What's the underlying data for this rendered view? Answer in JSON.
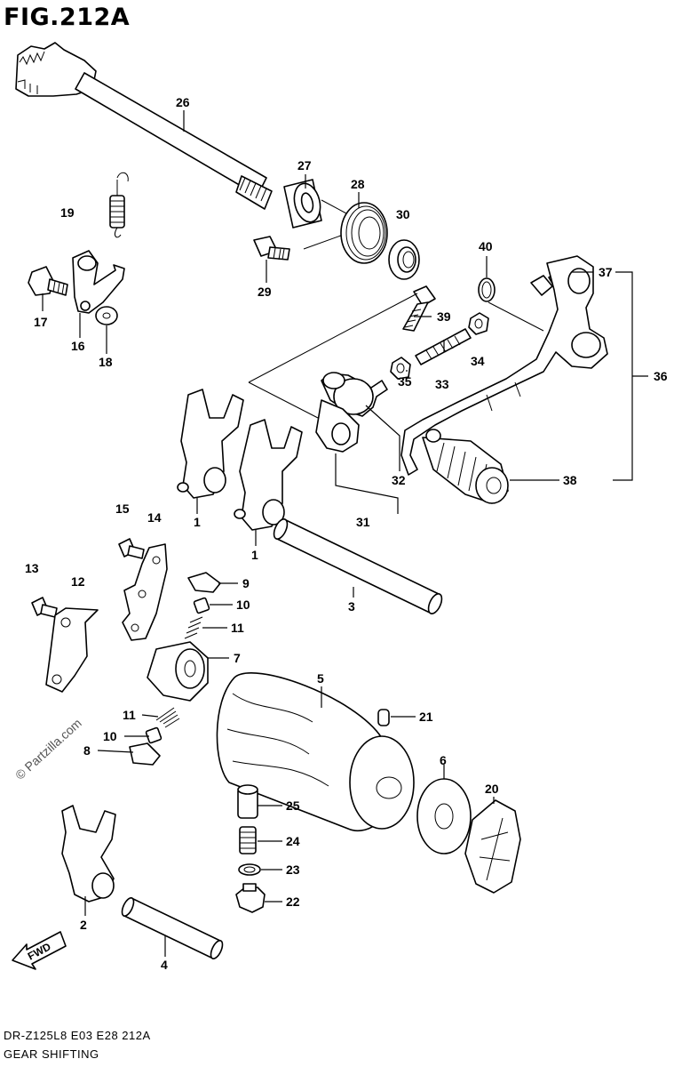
{
  "figure": {
    "title": "FIG.212A",
    "model_code": "DR-Z125L8  E03  E28  212A",
    "section_name": "GEAR SHIFTING",
    "watermark": "© Partzilla.com",
    "fwd_label": "FWD"
  },
  "callouts": [
    {
      "id": "26",
      "text": "26"
    },
    {
      "id": "27",
      "text": "27"
    },
    {
      "id": "28",
      "text": "28"
    },
    {
      "id": "30",
      "text": "30"
    },
    {
      "id": "19",
      "text": "19"
    },
    {
      "id": "29",
      "text": "29"
    },
    {
      "id": "40",
      "text": "40"
    },
    {
      "id": "37",
      "text": "37"
    },
    {
      "id": "17",
      "text": "17"
    },
    {
      "id": "16",
      "text": "16"
    },
    {
      "id": "18",
      "text": "18"
    },
    {
      "id": "39",
      "text": "39"
    },
    {
      "id": "34",
      "text": "34"
    },
    {
      "id": "33",
      "text": "33"
    },
    {
      "id": "35",
      "text": "35"
    },
    {
      "id": "36",
      "text": "36"
    },
    {
      "id": "32",
      "text": "32"
    },
    {
      "id": "38",
      "text": "38"
    },
    {
      "id": "31",
      "text": "31"
    },
    {
      "id": "1a",
      "text": "1"
    },
    {
      "id": "1b",
      "text": "1"
    },
    {
      "id": "15",
      "text": "15"
    },
    {
      "id": "14",
      "text": "14"
    },
    {
      "id": "9",
      "text": "9"
    },
    {
      "id": "13",
      "text": "13"
    },
    {
      "id": "12",
      "text": "12"
    },
    {
      "id": "10a",
      "text": "10"
    },
    {
      "id": "11a",
      "text": "11"
    },
    {
      "id": "3",
      "text": "3"
    },
    {
      "id": "7",
      "text": "7"
    },
    {
      "id": "5",
      "text": "5"
    },
    {
      "id": "11b",
      "text": "11"
    },
    {
      "id": "21",
      "text": "21"
    },
    {
      "id": "10b",
      "text": "10"
    },
    {
      "id": "8",
      "text": "8"
    },
    {
      "id": "6",
      "text": "6"
    },
    {
      "id": "20",
      "text": "20"
    },
    {
      "id": "25",
      "text": "25"
    },
    {
      "id": "24",
      "text": "24"
    },
    {
      "id": "23",
      "text": "23"
    },
    {
      "id": "22",
      "text": "22"
    },
    {
      "id": "2",
      "text": "2"
    },
    {
      "id": "4",
      "text": "4"
    }
  ]
}
